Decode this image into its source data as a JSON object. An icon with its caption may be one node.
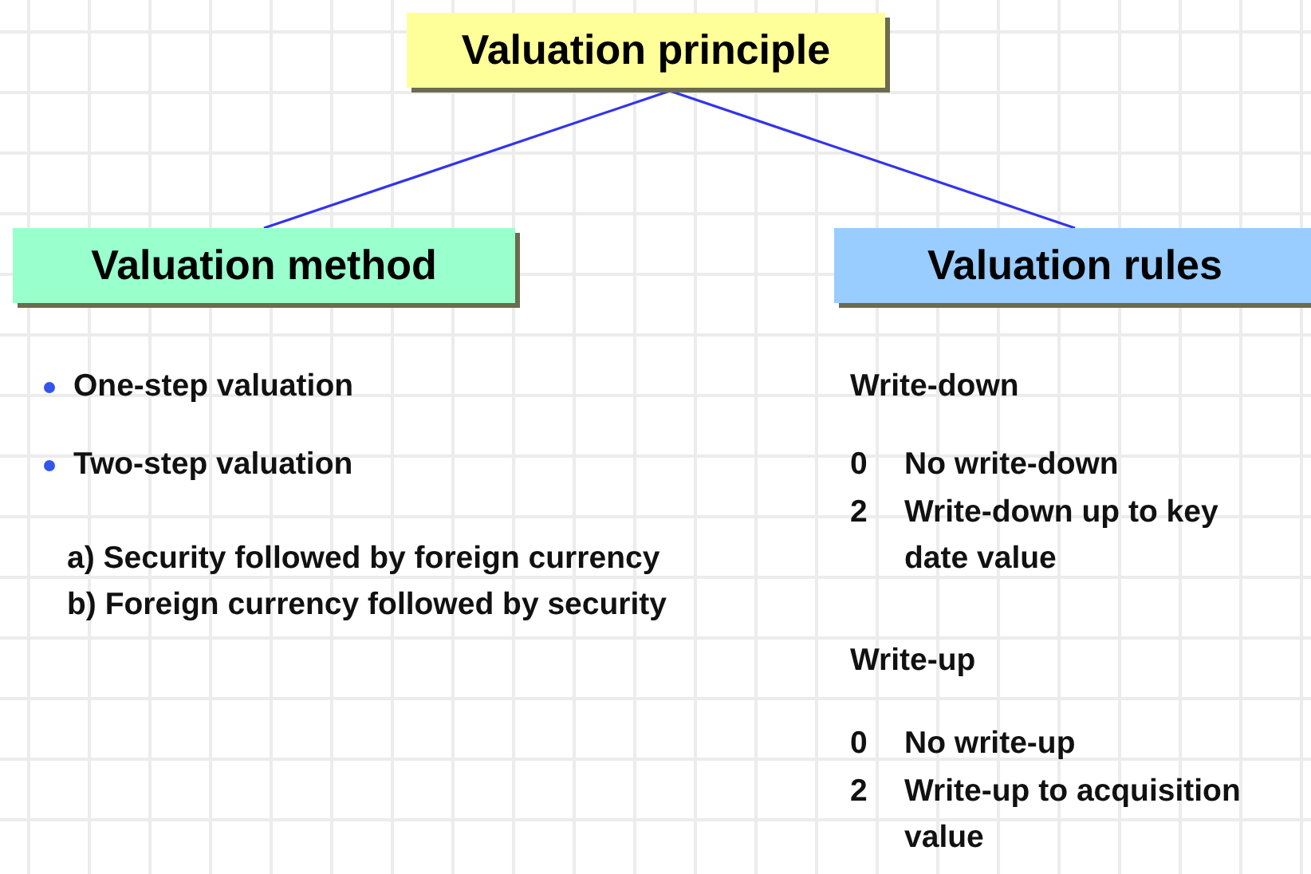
{
  "diagram": {
    "nodes": [
      {
        "text": [
          "Valuation principle"
        ]
      },
      {
        "text": [
          "Valuation method"
        ]
      },
      {
        "text": [
          "Valuation rules"
        ]
      }
    ],
    "edges": [
      {
        "from": 0,
        "to": 1,
        "arrow": "none"
      },
      {
        "from": 0,
        "to": 2,
        "arrow": "none"
      }
    ],
    "labels": [
      "One-step valuation",
      "Two-step valuation",
      "a) Security followed by foreign currency",
      "b) Foreign currency followed by security",
      "Write-down",
      "0",
      "No write-down",
      "2",
      "Write-down up to key date value",
      "Write-up",
      "0",
      "No write-up",
      "2",
      "Write-up to acquisition value"
    ]
  }
}
